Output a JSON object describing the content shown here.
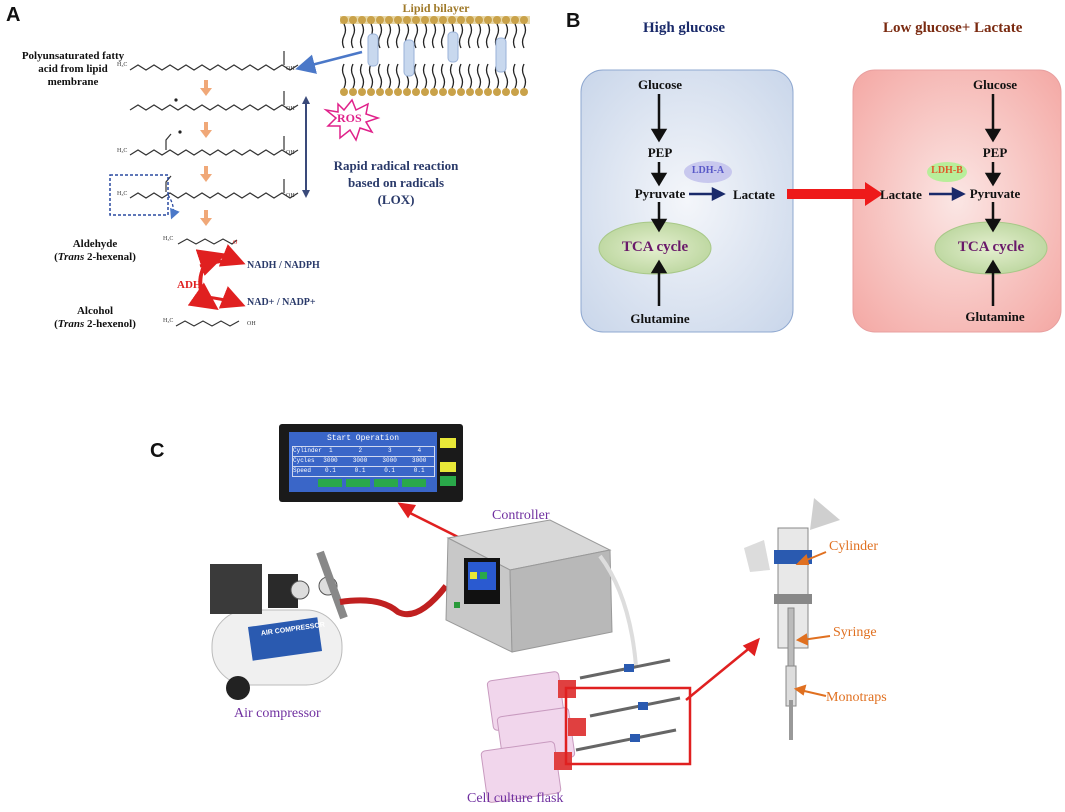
{
  "panel_a": {
    "letter": "A",
    "lipid_bilayer": "Lipid bilayer",
    "pufa_label": "Polyunsaturated fatty acid from lipid membrane",
    "ros": "ROS",
    "rapid_line1": "Rapid radical reaction",
    "rapid_line2": "based on radicals",
    "rapid_line3": "(LOX)",
    "aldehyde": "Aldehyde",
    "aldehyde_sub_italic": "Trans",
    "aldehyde_sub_rest": " 2-hexenal)",
    "alcohol": "Alcohol",
    "alcohol_sub_italic": "Trans",
    "alcohol_sub_rest": " 2-hexenol)",
    "nadh": "NADH / NADPH",
    "nad": "NAD+ / NADP+",
    "adh": "ADH",
    "h3c": "H₃C",
    "oh": "OH",
    "o": "O"
  },
  "panel_b": {
    "letter": "B",
    "high_glucose_title": "High glucose",
    "low_glucose_title": "Low glucose+ Lactate",
    "glucose": "Glucose",
    "pep": "PEP",
    "pyruvate": "Pyruvate",
    "lactate": "Lactate",
    "ldh_a": "LDH-A",
    "ldh_b": "LDH-B",
    "tca": "TCA cycle",
    "glutamine": "Glutamine"
  },
  "panel_c": {
    "letter": "C",
    "screen_title": "Start Operation",
    "row_labels": [
      "Cylinder",
      "Cycles",
      "Speed"
    ],
    "cylinder_numbers": [
      "1",
      "2",
      "3",
      "4"
    ],
    "cycles": [
      "3000",
      "3000",
      "3000",
      "3000"
    ],
    "speeds": [
      "0.1",
      "0.1",
      "0.1",
      "0.1"
    ],
    "controller": "Controller",
    "air_compressor": "Air compressor",
    "cell_culture_flask": "Cell culture flask",
    "cylinder": "Cylinder",
    "syringe": "Syringe",
    "monotraps": "Monotraps",
    "compressor_badge": "AIR COMPRESSOR"
  },
  "colors": {
    "orange_arrow": "#f0a878",
    "blue_arrow": "#4b78c8",
    "dark_navy": "#2a3a6a",
    "ros_magenta": "#e0218a",
    "bilayer_gold": "#a07a2a",
    "red": "#e02020",
    "tca_purple": "#6a1a6a",
    "purple_label": "#7030a0",
    "orange_label": "#e07020",
    "high_title": "#1a2a6a",
    "low_title": "#7a2a10"
  }
}
